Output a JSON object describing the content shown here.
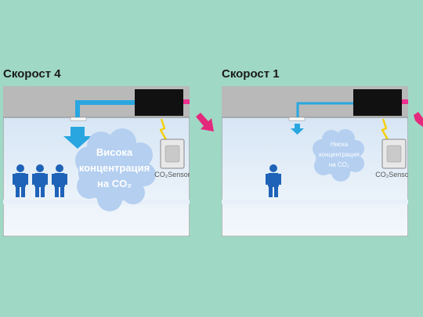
{
  "scenes": [
    {
      "title": "Скорост 4",
      "cloud_lines": [
        "Висока",
        "концентрация",
        "на CO₂"
      ],
      "sensor_label": "CO₂Sensor"
    },
    {
      "title": "Скорост 1",
      "cloud_lines": [
        "Ниска",
        "концентрация",
        "на CO₂"
      ],
      "sensor_label": "CO₂Sensor"
    }
  ],
  "colors": {
    "background": "#9fd8c4",
    "ceiling": "#b9b9b9",
    "room_top": "#cfe1f3",
    "room_bottom": "#f4f8fc",
    "duct": "#29a6e0",
    "unit": "#111111",
    "pink_pipe": "#ee2f8d",
    "cloud": "#b4cff0",
    "person": "#1f63b8",
    "lightning": "#f4d010",
    "arrow": "#e4287c"
  },
  "icons": [
    "person-icon",
    "lightning-icon",
    "co2-sensor-icon",
    "airflow-arrow-icon",
    "transition-arrow-icon"
  ]
}
